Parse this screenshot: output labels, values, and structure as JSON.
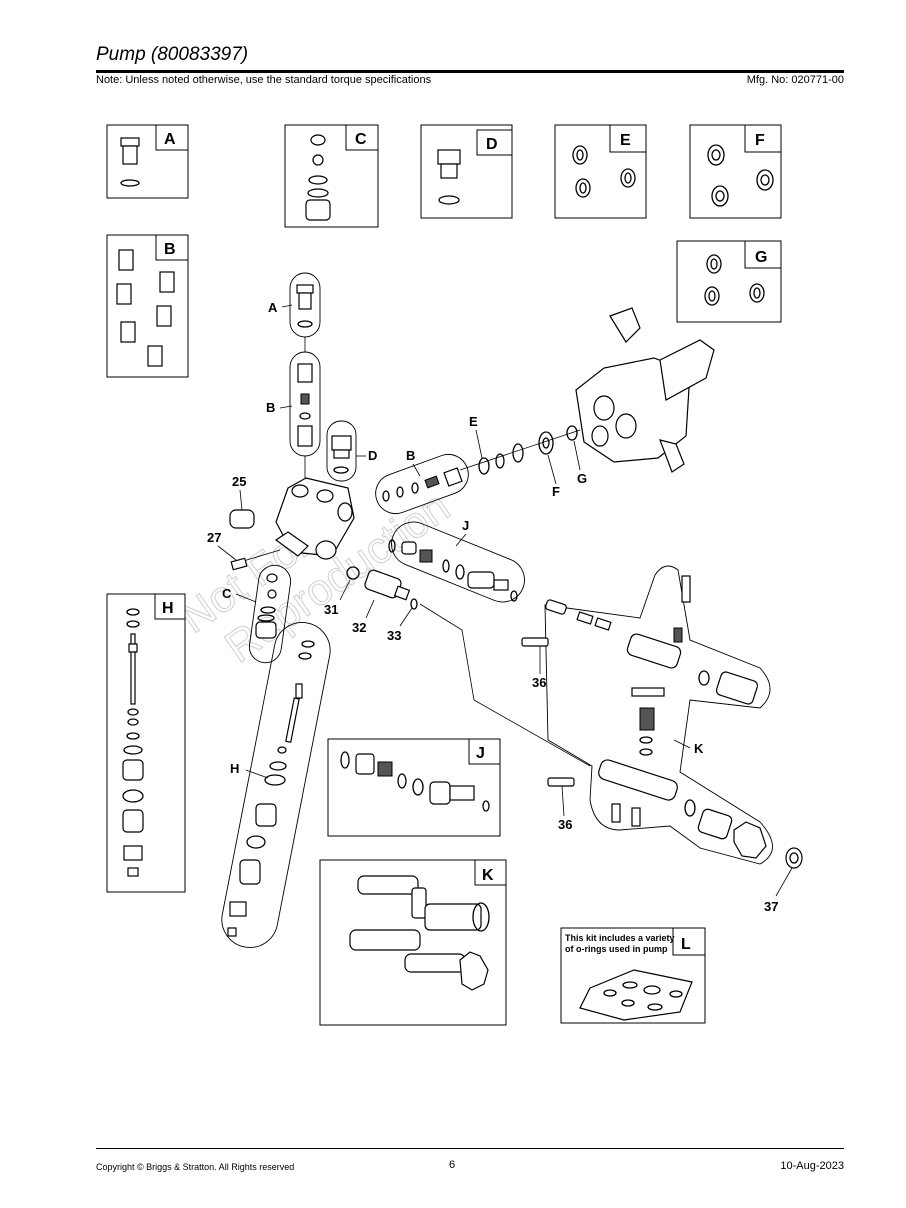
{
  "header": {
    "title": "Pump (80083397)",
    "note": "Note: Unless noted otherwise, use the standard torque specifications",
    "mfg": "Mfg. No: 020771-00"
  },
  "kits": {
    "a": "A",
    "b": "B",
    "c": "C",
    "d": "D",
    "e": "E",
    "f": "F",
    "g": "G",
    "h": "H",
    "j": "J",
    "k": "K",
    "l": "L",
    "l_note": "This kit includes a variety of o-rings used in pump"
  },
  "callouts": {
    "a": "A",
    "b": "B",
    "b2": "B",
    "c": "C",
    "d": "D",
    "e": "E",
    "f": "F",
    "g": "G",
    "h": "H",
    "j": "J",
    "k": "K",
    "p25": "25",
    "p27": "27",
    "p31": "31",
    "p32": "32",
    "p33": "33",
    "p36a": "36",
    "p36b": "36",
    "p37": "37"
  },
  "watermark": {
    "line1": "Not For",
    "line2": "Reproduction"
  },
  "footer": {
    "copyright": "Copyright ©  Briggs & Stratton. All Rights reserved",
    "page": "6",
    "date": "10-Aug-2023"
  }
}
